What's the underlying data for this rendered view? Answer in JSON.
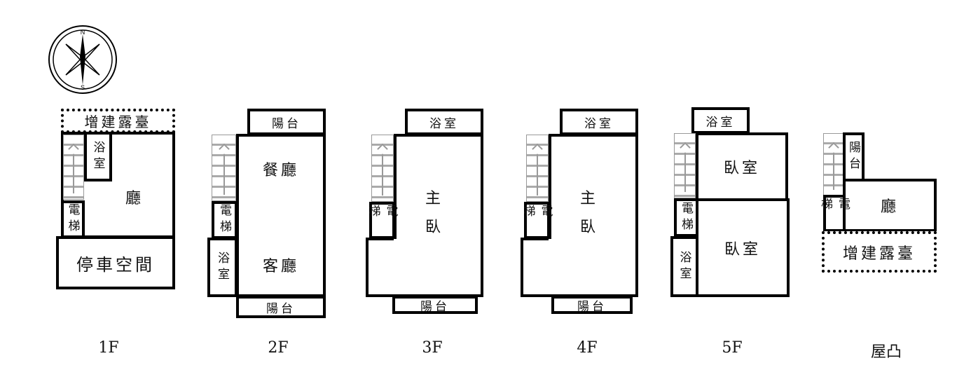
{
  "compass": {
    "north": "N",
    "south": "S"
  },
  "floors": [
    {
      "label": "1F",
      "rooms": {
        "terrace": "增建露臺",
        "bath": "浴室",
        "hall": "廳",
        "elevator": "電梯",
        "parking": "停車空間"
      }
    },
    {
      "label": "2F",
      "rooms": {
        "balcony_top": "陽台",
        "dining": "餐廳",
        "living": "客廳",
        "elevator": "電梯",
        "bath": "浴室",
        "balcony_bottom": "陽台"
      }
    },
    {
      "label": "3F",
      "rooms": {
        "bath": "浴室",
        "master_1": "主",
        "master_2": "臥",
        "elevator": "電梯",
        "balcony": "陽台"
      }
    },
    {
      "label": "4F",
      "rooms": {
        "bath": "浴室",
        "master_1": "主",
        "master_2": "臥",
        "elevator": "電梯",
        "balcony": "陽台"
      }
    },
    {
      "label": "5F",
      "rooms": {
        "bath_top": "浴室",
        "bedroom_upper": "臥室",
        "bedroom_lower": "臥室",
        "elevator": "電梯",
        "bath": "浴室"
      }
    },
    {
      "label": "屋凸",
      "rooms": {
        "balcony": "陽台",
        "hall": "廳",
        "elevator": "電梯",
        "terrace": "增建露臺"
      }
    }
  ]
}
